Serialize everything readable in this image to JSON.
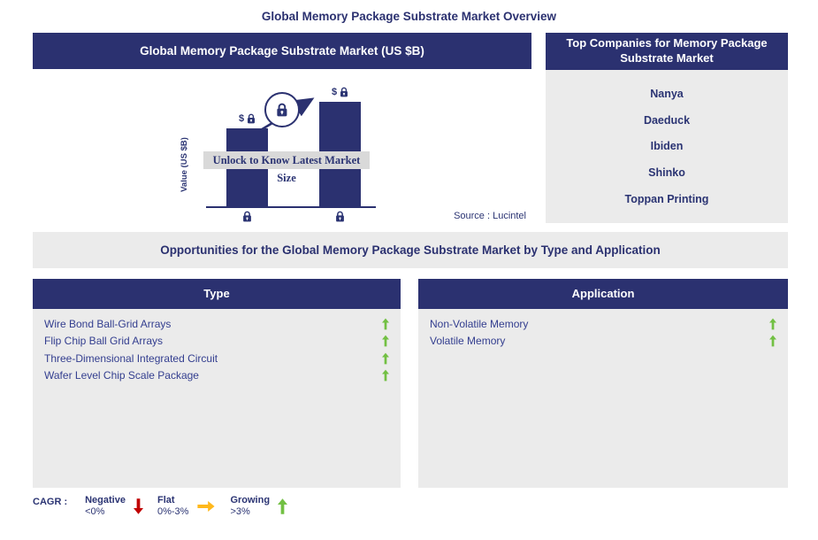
{
  "page_title": "Global Memory Package Substrate Market Overview",
  "colors": {
    "navy": "#2B3170",
    "text_navy": "#2B3473",
    "panel_gray": "#EBEBEB",
    "unlock_band_gray": "#D9D9D9",
    "growing_green": "#72C043",
    "negative_red": "#C00000",
    "flat_amber": "#FFB81C"
  },
  "market_chart": {
    "header": "Global Memory Package Substrate Market (US $B)",
    "y_axis_label": "Value (US $B)",
    "unlock_text": "Unlock to Know Latest Market Size",
    "bar_value_prefix": "$",
    "source": "Source : Lucintel"
  },
  "chart_data": {
    "type": "bar",
    "title": "Global Memory Package Substrate Market (US $B)",
    "ylabel": "Value (US $B)",
    "categories": [
      "locked",
      "locked"
    ],
    "values_hidden": true,
    "relative_heights": [
      0.75,
      1.0
    ],
    "bar_value_labels": [
      "$ locked",
      "$ locked"
    ],
    "annotation": "Unlock to Know Latest Market Size",
    "trend": "growing",
    "legend_position": "none",
    "grid": false
  },
  "top_companies": {
    "header": "Top Companies for Memory Package Substrate Market",
    "companies": [
      "Nanya",
      "Daeduck",
      "Ibiden",
      "Shinko",
      "Toppan Printing"
    ]
  },
  "opportunities": {
    "band_title": "Opportunities for the Global Memory Package Substrate Market by Type and Application",
    "type_panel": {
      "header": "Type",
      "items": [
        {
          "label": "Wire Bond Ball-Grid Arrays",
          "trend": "growing"
        },
        {
          "label": "Flip Chip Ball Grid Arrays",
          "trend": "growing"
        },
        {
          "label": "Three-Dimensional Integrated Circuit",
          "trend": "growing"
        },
        {
          "label": "Wafer Level Chip Scale Package",
          "trend": "growing"
        }
      ]
    },
    "application_panel": {
      "header": "Application",
      "items": [
        {
          "label": "Non-Volatile Memory",
          "trend": "growing"
        },
        {
          "label": "Volatile Memory",
          "trend": "growing"
        }
      ]
    }
  },
  "cagr_legend": {
    "label": "CAGR :",
    "entries": [
      {
        "name": "Negative",
        "range": "<0%",
        "direction": "down",
        "color": "#C00000"
      },
      {
        "name": "Flat",
        "range": "0%-3%",
        "direction": "right",
        "color": "#FFB81C"
      },
      {
        "name": "Growing",
        "range": ">3%",
        "direction": "up",
        "color": "#72C043"
      }
    ]
  }
}
